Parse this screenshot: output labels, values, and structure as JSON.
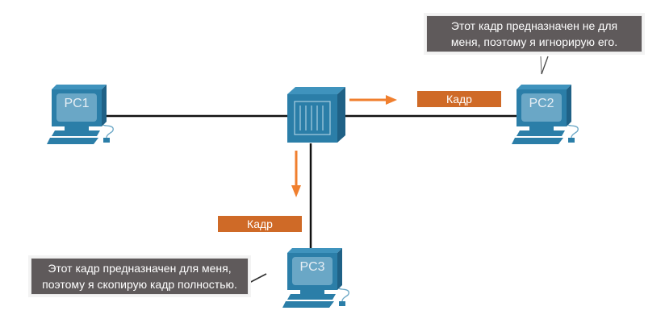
{
  "diagram": {
    "devices": [
      {
        "id": "pc1",
        "label": "PC1"
      },
      {
        "id": "pc2",
        "label": "PC2"
      },
      {
        "id": "pc3",
        "label": "PC3"
      },
      {
        "id": "switch",
        "label": ""
      }
    ],
    "frames": {
      "right": "Кадр",
      "down": "Кадр"
    },
    "callouts": {
      "pc2": [
        "Этот кадр предназначен не для",
        "меня, поэтому я игнорирую его."
      ],
      "pc3": [
        "Этот кадр предназначен для меня,",
        "поэтому я скопирую кадр полностью."
      ]
    },
    "colors": {
      "device": "#2b7ea8",
      "device_dark": "#1f6186",
      "screen": "#6aa7c6",
      "frame": "#cf6a27",
      "arrow": "#f07f2e",
      "callout_bg": "#5f5a5b",
      "link": "#111111"
    }
  }
}
